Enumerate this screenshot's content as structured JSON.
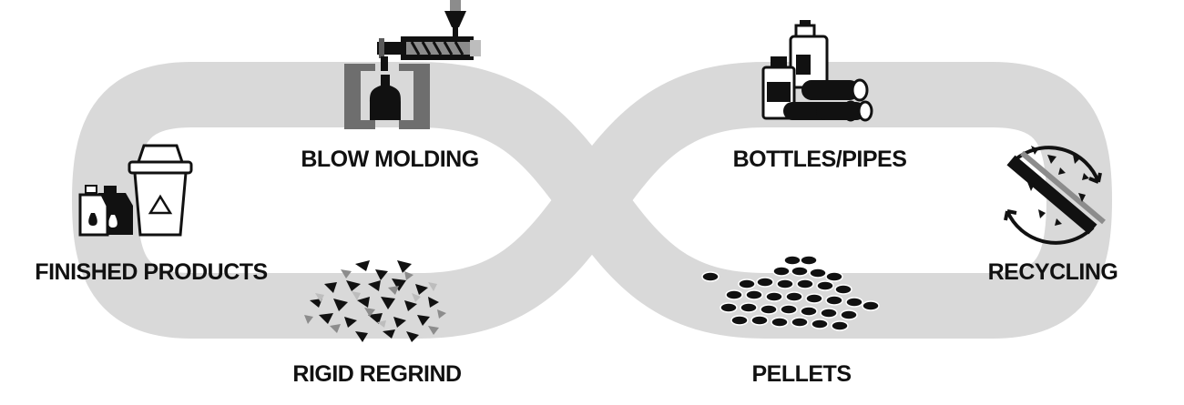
{
  "diagram": {
    "colors": {
      "loop": "#d9d9d9",
      "ink": "#111111",
      "mid_gray": "#8c8c8c",
      "dark_gray": "#5a5a5a",
      "light_gray": "#bdbdbd"
    },
    "stages": {
      "blow_molding": "BLOW MOLDING",
      "bottles_pipes": "BOTTLES/PIPES",
      "finished_products": "FINISHED PRODUCTS",
      "recycling": "RECYCLING",
      "rigid_regrind": "RIGID REGRIND",
      "pellets": "PELLETS"
    },
    "icons": {
      "blow_molding": "blow-molding-machine-icon",
      "bottles_pipes": "bottles-and-pipes-icon",
      "finished_products": "recycle-bin-and-containers-icon",
      "recycling": "shredding-recycling-icon",
      "rigid_regrind": "plastic-flakes-icon",
      "pellets": "plastic-pellets-icon"
    }
  }
}
